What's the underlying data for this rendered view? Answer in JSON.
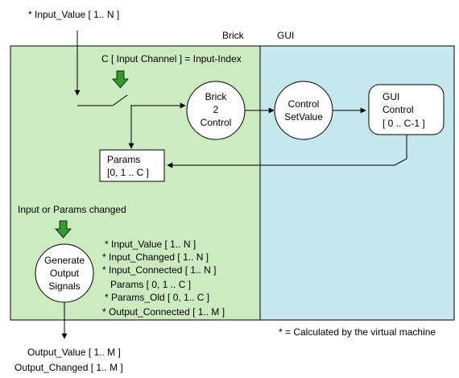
{
  "colors": {
    "brick_bg": "#cdebc0",
    "gui_bg": "#c4e8ee",
    "line": "#000000",
    "arrow_green": "#2f9e2f"
  },
  "input_label": "* Input_Value [ 1.. N ]",
  "regions": {
    "brick": "Brick",
    "gui": "GUI"
  },
  "switch_label": "C [ Input Channel ] = Input-Index",
  "nodes": {
    "brick2control": [
      "Brick",
      "2",
      "Control"
    ],
    "control_setvalue": [
      "Control",
      "SetValue"
    ],
    "gui_control": [
      "GUI",
      "Control",
      "[ 0 .. C-1 ]"
    ],
    "params": [
      "Params",
      "[0, 1 .. C ]"
    ],
    "generate": [
      "Generate",
      "Output",
      "Signals"
    ]
  },
  "trigger_label": "Input or Params changed",
  "signals": [
    "* Input_Value [ 1.. N ]",
    "* Input_Changed [ 1.. N ]",
    "* Input_Connected [ 1.. N ]",
    "Params [ 0, 1 .. C ]",
    "* Params_Old [ 0, 1.. C ]",
    "* Output_Connected [ 1.. M ]"
  ],
  "footnote": "* = Calculated by the virtual machine",
  "outputs": [
    "Output_Value [ 1.. M ]",
    "Output_Changed [ 1.. M ]"
  ]
}
